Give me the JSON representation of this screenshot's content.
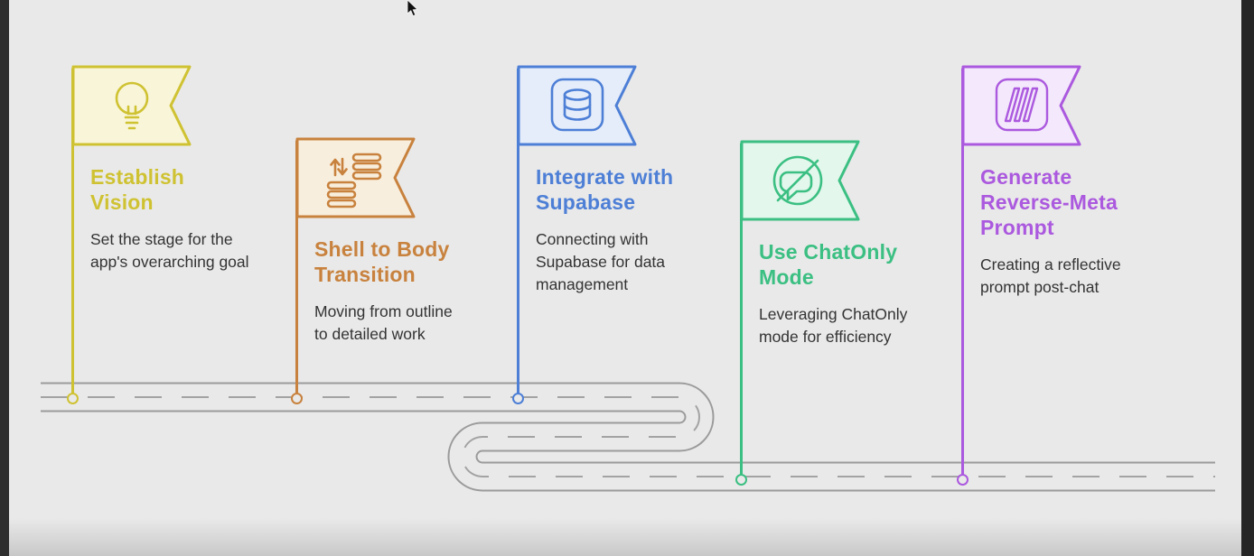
{
  "theme": {
    "background": "#e9e9e9",
    "text": "#333333",
    "road_stroke": "#9b9b9b",
    "road_dash": "#a3a3a3"
  },
  "page": {
    "cursor": "arrow-pointer-icon"
  },
  "road": {
    "shape": "s-curve-roadmap",
    "lane_marking": "dashed-center-line"
  },
  "milestones": [
    {
      "id": "establish-vision",
      "title": "Establish Vision",
      "description": "Set the stage for the app's overarching goal",
      "icon": "lightbulb-icon",
      "color": "#cfc232",
      "fill": "#f9f5d8"
    },
    {
      "id": "shell-to-body-transition",
      "title": "Shell to Body Transition",
      "description": "Moving from outline to detailed work",
      "icon": "sync-databases-icon",
      "color": "#c8823e",
      "fill": "#f8eedd"
    },
    {
      "id": "integrate-with-supabase",
      "title": "Integrate with Supabase",
      "description": "Connecting with Supabase for data management",
      "icon": "database-icon",
      "color": "#4d7fd6",
      "fill": "#e5edfa"
    },
    {
      "id": "use-chatonly-mode",
      "title": "Use ChatOnly Mode",
      "description": "Leveraging ChatOnly mode for efficiency",
      "icon": "chat-slash-icon",
      "color": "#3bbf82",
      "fill": "#e3f7ec"
    },
    {
      "id": "generate-reverse-meta-prompt",
      "title": "Generate Reverse-Meta Prompt",
      "description": "Creating a reflective prompt post-chat",
      "icon": "miro-layers-icon",
      "color": "#ab59de",
      "fill": "#f4e9fc"
    }
  ]
}
